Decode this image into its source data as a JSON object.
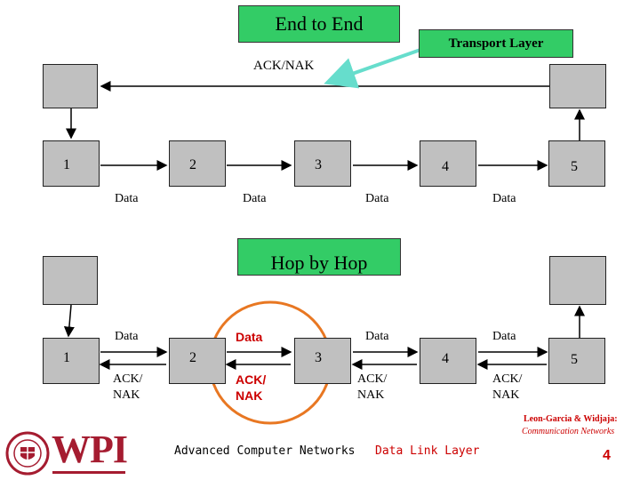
{
  "top": {
    "title": "End to End",
    "transport_label": "Transport Layer",
    "ack_nak": "ACK/NAK",
    "numbers": [
      "1",
      "2",
      "3",
      "4",
      "5"
    ],
    "data_labels": [
      "Data",
      "Data",
      "Data",
      "Data"
    ]
  },
  "bottom": {
    "title": "Hop by Hop",
    "numbers": [
      "1",
      "2",
      "3",
      "4",
      "5"
    ],
    "data_labels": [
      "Data",
      "Data",
      "Data",
      "Data"
    ],
    "ack_labels": [
      "ACK/\nNAK",
      "ACK/\nNAK",
      "ACK/\nNAK",
      "ACK/\nNAK"
    ]
  },
  "footer": {
    "logo_text": "WPI",
    "course": "Advanced Computer Networks",
    "layer": "Data Link Layer",
    "credit_authors": "Leon-Garcia & Widjaja:",
    "credit_book": "Communication Networks",
    "page": "4"
  },
  "colors": {
    "banner_green": "#33cc66",
    "node_gray": "#c0c0c0",
    "highlight_orange": "#e87722",
    "arrow_teal": "#66ddcc",
    "accent_red": "#cc0000",
    "wpi_red": "#a51c30"
  }
}
